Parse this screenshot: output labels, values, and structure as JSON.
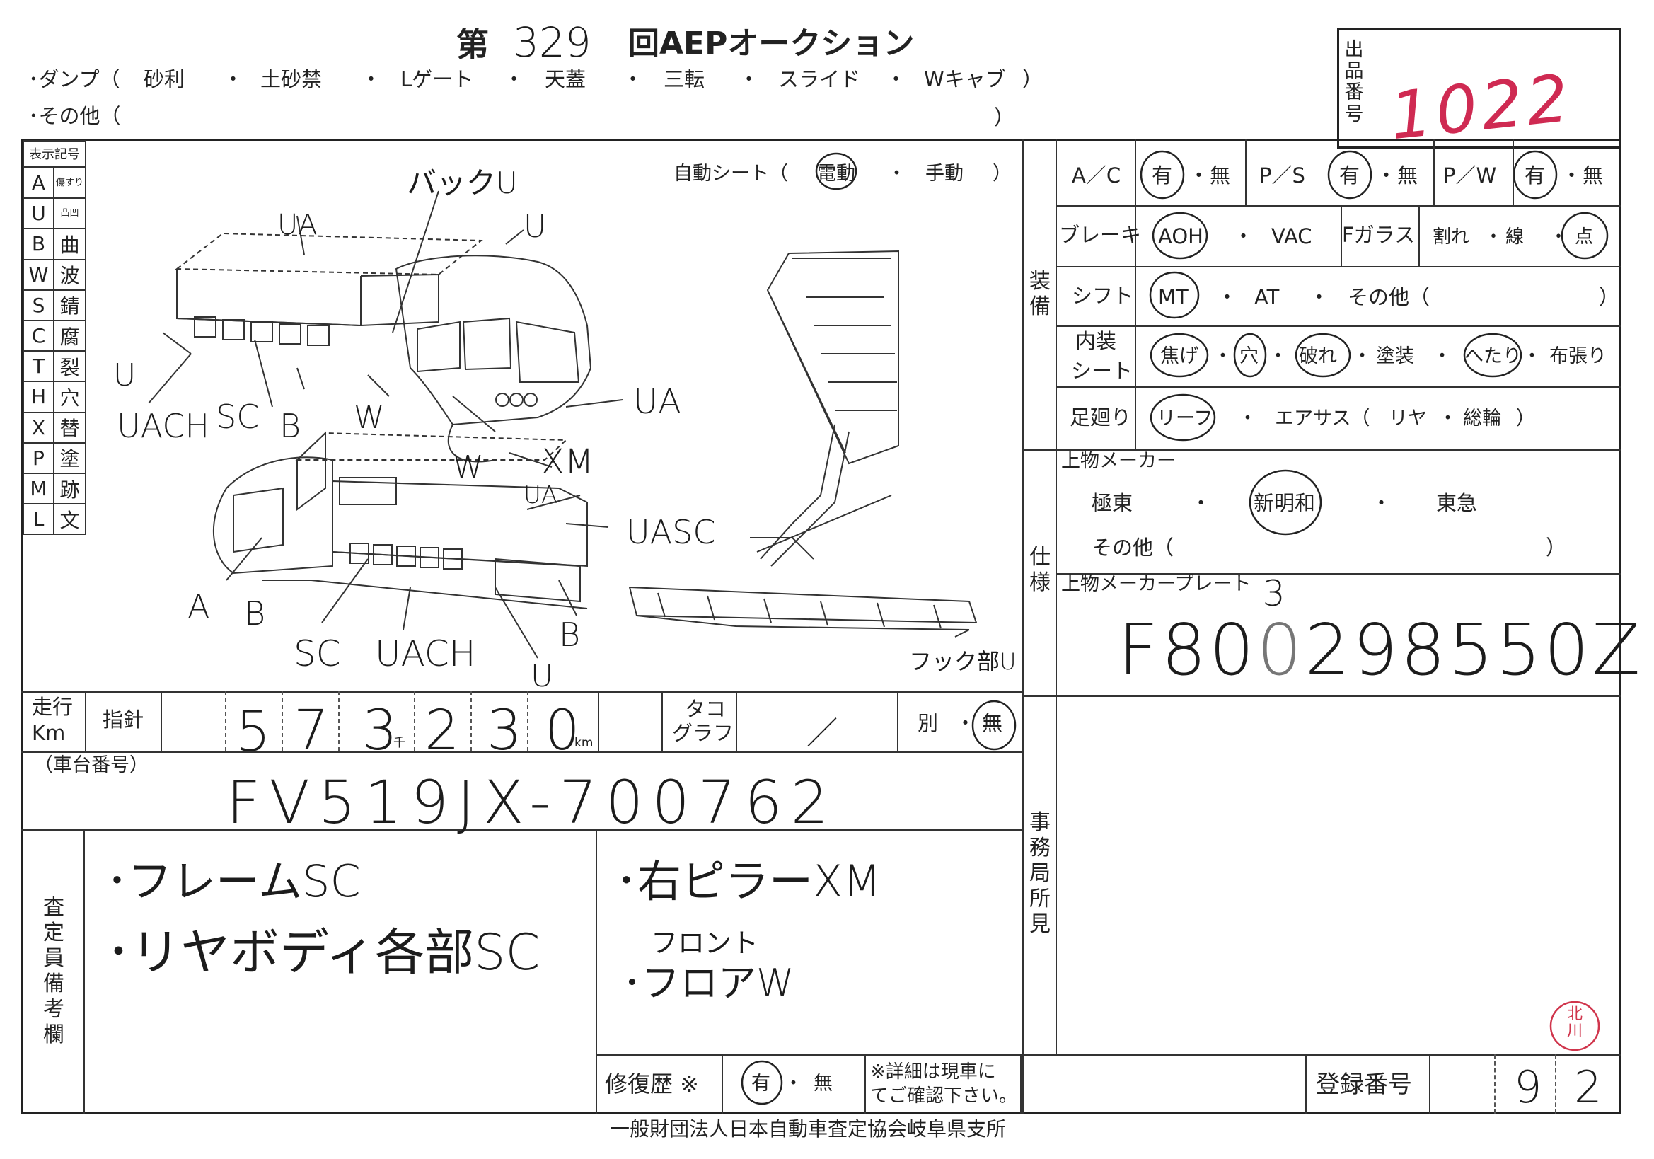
{
  "header": {
    "dai": "第",
    "auction_number": "329",
    "auction_name": "回AEPオークション",
    "dump_label": "･ダンプ（",
    "dump_options": [
      "砂利",
      "土砂禁",
      "Lゲート",
      "天蓋",
      "三転",
      "スライド",
      "Wキャブ"
    ],
    "dump_close": "）",
    "other_label": "･その他（",
    "other_close": "）",
    "separator": "・"
  },
  "exhibit": {
    "label": "出品番号",
    "number": "1022"
  },
  "legend": {
    "title": "表示記号",
    "rows": [
      {
        "code": "A",
        "meaning": "傷すり"
      },
      {
        "code": "U",
        "meaning": "凸凹"
      },
      {
        "code": "B",
        "meaning": "曲"
      },
      {
        "code": "W",
        "meaning": "波"
      },
      {
        "code": "S",
        "meaning": "錆"
      },
      {
        "code": "C",
        "meaning": "腐"
      },
      {
        "code": "T",
        "meaning": "裂"
      },
      {
        "code": "H",
        "meaning": "穴"
      },
      {
        "code": "X",
        "meaning": "替"
      },
      {
        "code": "P",
        "meaning": "塗"
      },
      {
        "code": "M",
        "meaning": "跡"
      },
      {
        "code": "L",
        "meaning": "文"
      }
    ]
  },
  "diagram": {
    "auto_sheet_label": "自動シート（",
    "auto_sheet_options": [
      "電動",
      "手動"
    ],
    "auto_sheet_close": "）",
    "annotations": [
      "バックU",
      "UA",
      "U",
      "U",
      "UACH",
      "SC",
      "B",
      "W",
      "UA",
      "W",
      "XM",
      "UA",
      "UASC",
      "A",
      "B",
      "SC",
      "UACH",
      "U",
      "B",
      "フック部U"
    ]
  },
  "equipment": {
    "section_label": "装備",
    "ac": {
      "label": "A／C",
      "options": [
        "有",
        "無"
      ]
    },
    "ps": {
      "label": "P／S",
      "options": [
        "有",
        "無"
      ]
    },
    "pw": {
      "label": "P／W",
      "options": [
        "有",
        "無"
      ]
    },
    "brake": {
      "label": "ブレーキ",
      "options": [
        "AOH",
        "VAC"
      ]
    },
    "fglass": {
      "label": "Fガラス",
      "options": [
        "割れ",
        "線",
        "点"
      ]
    },
    "shift": {
      "label": "シフト",
      "options": [
        "MT",
        "AT",
        "その他（"
      ],
      "close": "）"
    },
    "interior": {
      "label_1": "内装",
      "label_2": "シート",
      "options": [
        "焦げ",
        "穴",
        "破れ",
        "塗装",
        "へたり",
        "布張り"
      ]
    },
    "suspension": {
      "label": "足廻り",
      "options": [
        "リーフ",
        "エアサス（",
        "リヤ",
        "総輪"
      ],
      "close": "）"
    }
  },
  "spec": {
    "section_label": "仕様",
    "maker_label": "上物メーカー",
    "makers": [
      "極東",
      "新明和",
      "東急"
    ],
    "maker_other": "その他（",
    "maker_other_close": "）",
    "plate_label": "上物メーカープレート",
    "plate_value": "F80",
    "plate_overwrite": "3",
    "plate_rest": "298550Z"
  },
  "odometer": {
    "label_1": "走行",
    "label_2": "Km",
    "reading_label": "指針",
    "digits": [
      "5",
      "7",
      "3",
      "2",
      "3",
      "0"
    ],
    "thousand_unit": "千",
    "km_unit": "km",
    "tacho_label_1": "タコ",
    "tacho_label_2": "グラフ",
    "tacho_value": "／",
    "separate_options": [
      "別",
      "無"
    ]
  },
  "chassis": {
    "label": "（車台番号）",
    "number": "FV519JX-700762"
  },
  "remarks": {
    "label": "査定員備考欄",
    "left_lines": [
      "･フレームSC",
      "･リヤボディ各部SC"
    ],
    "right_lines": [
      "･右ピラーXM",
      "フロント",
      "･フロアW"
    ]
  },
  "office": {
    "label": "事務局所見",
    "stamp": "北川"
  },
  "repair": {
    "label": "修復歴 ※",
    "options": [
      "有",
      "無"
    ],
    "note_1": "※詳細は現車に",
    "note_2": "てご確認下さい。"
  },
  "registration": {
    "label": "登録番号",
    "values": [
      "9",
      "2"
    ]
  },
  "footer": {
    "organization": "一般財団法人日本自動車査定協会岐阜県支所"
  }
}
